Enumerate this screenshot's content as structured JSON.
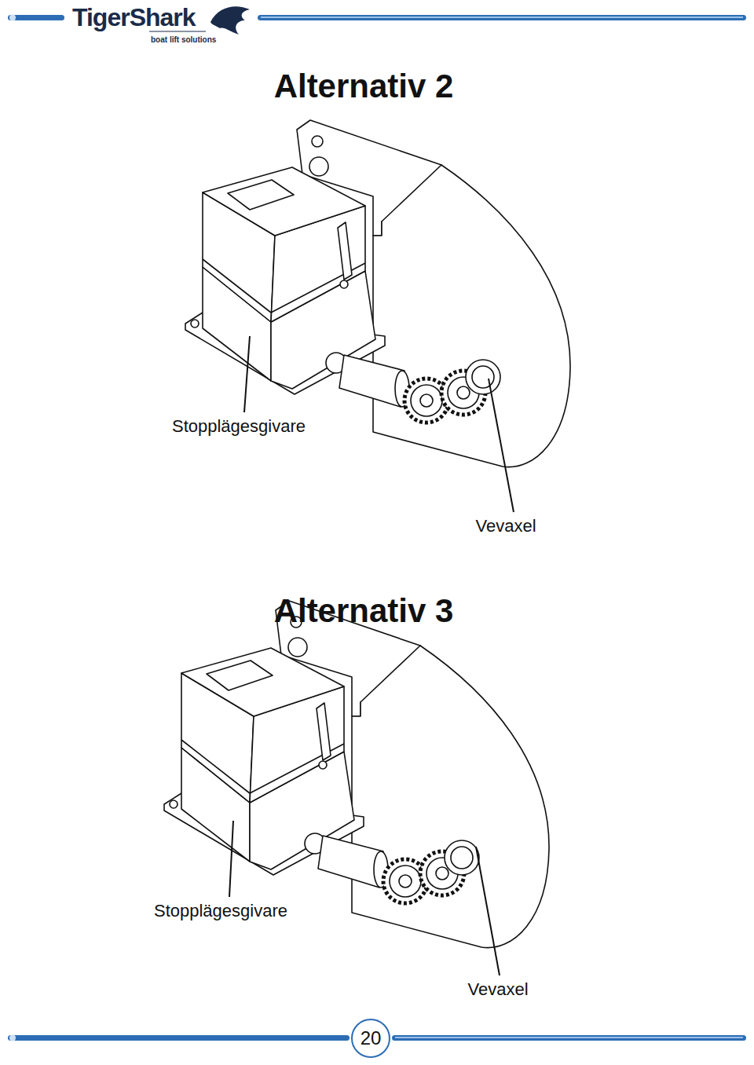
{
  "diagram": {
    "title": "Alternativ 2",
    "nodes": [
      {
        "text": [
          "20"
        ]
      }
    ],
    "edges": [],
    "labels": [
      "TigerShark",
      "boat lift solutions",
      "Stopplägesgivare",
      "Vevaxel",
      "Alternativ 3",
      "Stopplägesgivare",
      "Vevaxel"
    ]
  }
}
